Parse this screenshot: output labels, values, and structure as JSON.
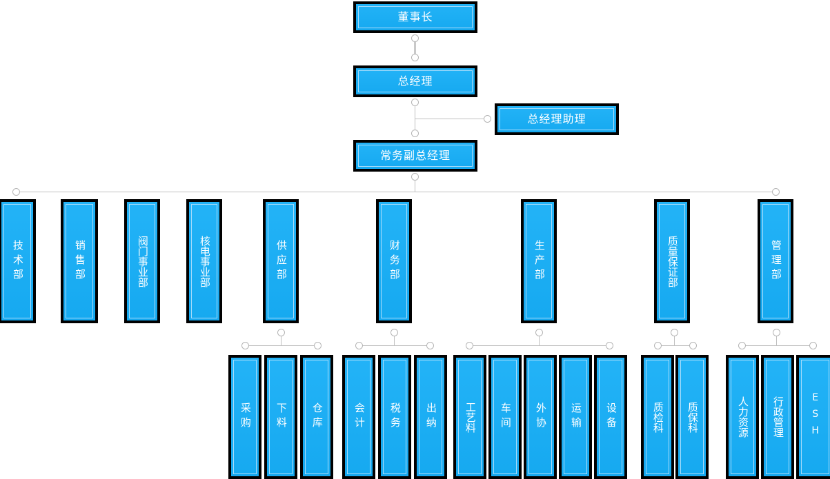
{
  "chart": {
    "type": "org-chart",
    "title": "",
    "orientation": "top-down",
    "colors": {
      "node_fill": "#1CAEF5",
      "node_border": "#000000",
      "node_inner_outline": "#A8DCFA",
      "connector": "#BFBFBF",
      "text": "#FFFFFF",
      "background": "#FFFFFF"
    },
    "levels": [
      {
        "level": 1,
        "nodes": [
          "chairman"
        ]
      },
      {
        "level": 2,
        "nodes": [
          "general_manager",
          "gm_assistant"
        ]
      },
      {
        "level": 3,
        "nodes": [
          "executive_deputy_gm"
        ]
      },
      {
        "level": 4,
        "nodes": [
          "tech",
          "sales",
          "valve",
          "nuclear",
          "supply",
          "finance",
          "production",
          "quality",
          "admin"
        ]
      },
      {
        "level": 5,
        "nodes": [
          "purchase",
          "cutting",
          "warehouse",
          "accounting",
          "tax",
          "cashier",
          "process",
          "workshop",
          "outsourcing",
          "transport",
          "equipment",
          "qc",
          "qa",
          "hr",
          "administration",
          "esh"
        ]
      }
    ]
  },
  "top": {
    "chairman": "董事长",
    "general_manager": "总经理",
    "gm_assistant": "总经理助理",
    "executive_deputy_gm": "常务副总经理"
  },
  "departments": [
    {
      "id": "tech",
      "label": "技术部"
    },
    {
      "id": "sales",
      "label": "销售部"
    },
    {
      "id": "valve",
      "label": "阀门事业部"
    },
    {
      "id": "nuclear",
      "label": "核电事业部"
    },
    {
      "id": "supply",
      "label": "供应部"
    },
    {
      "id": "finance",
      "label": "财务部"
    },
    {
      "id": "production",
      "label": "生产部"
    },
    {
      "id": "quality",
      "label": "质量保证部"
    },
    {
      "id": "admin",
      "label": "管理部"
    }
  ],
  "sub_departments": {
    "supply": [
      {
        "id": "purchase",
        "label": "采购"
      },
      {
        "id": "cutting",
        "label": "下料"
      },
      {
        "id": "warehouse",
        "label": "仓库"
      }
    ],
    "finance": [
      {
        "id": "accounting",
        "label": "会计"
      },
      {
        "id": "tax",
        "label": "税务"
      },
      {
        "id": "cashier",
        "label": "出纳"
      }
    ],
    "production": [
      {
        "id": "process",
        "label": "工艺料"
      },
      {
        "id": "workshop",
        "label": "车间"
      },
      {
        "id": "outsourcing",
        "label": "外协"
      },
      {
        "id": "transport",
        "label": "运输"
      },
      {
        "id": "equipment",
        "label": "设备"
      }
    ],
    "quality": [
      {
        "id": "qc",
        "label": "质检科"
      },
      {
        "id": "qa",
        "label": "质保科"
      }
    ],
    "admin": [
      {
        "id": "hr",
        "label": "人力资源"
      },
      {
        "id": "administration",
        "label": "行政管理"
      },
      {
        "id": "esh",
        "label": "ESH"
      }
    ]
  }
}
